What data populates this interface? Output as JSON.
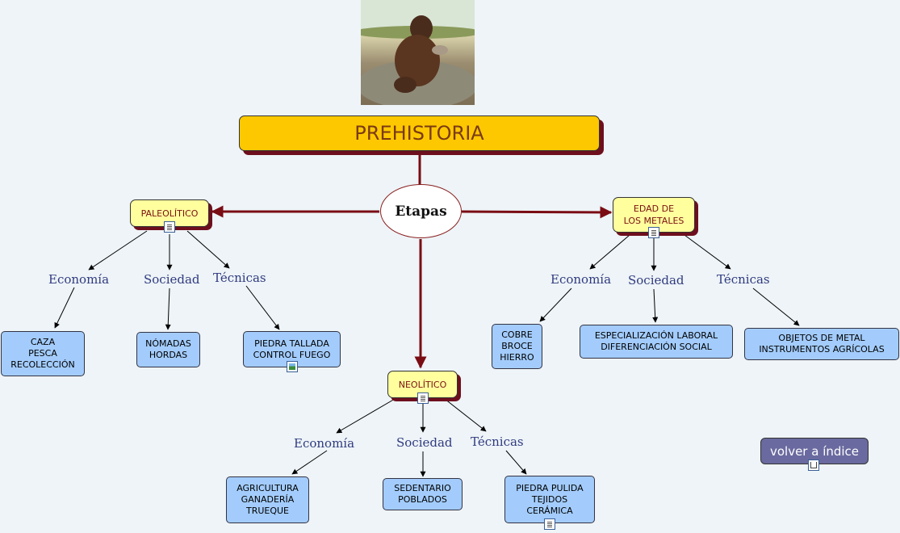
{
  "title": "PREHISTORIA",
  "center": "Etapas",
  "stages": {
    "paleolitico": {
      "label": "PALEOLÍTICO",
      "economia": "Economía",
      "sociedad": "Sociedad",
      "tecnicas": "Técnicas",
      "economia_items": "CAZA\nPESCA\nRECOLECCIÓN",
      "sociedad_items": "NÓMADAS\nHORDAS",
      "tecnicas_items": "PIEDRA TALLADA\nCONTROL FUEGO"
    },
    "neolitico": {
      "label": "NEOLÍTICO",
      "economia": "Economía",
      "sociedad": "Sociedad",
      "tecnicas": "Técnicas",
      "economia_items": "AGRICULTURA\nGANADERÍA\nTRUEQUE",
      "sociedad_items": "SEDENTARIO\nPOBLADOS",
      "tecnicas_items": "PIEDRA PULIDA\nTEJIDOS\nCERÁMICA"
    },
    "metales": {
      "label": "EDAD DE\nLOS METALES",
      "economia": "Economía",
      "sociedad": "Sociedad",
      "tecnicas": "Técnicas",
      "economia_items": "COBRE\nBROCE\nHIERRO",
      "sociedad_items": "ESPECIALIZACIÓN LABORAL\nDIFERENCIACIÓN SOCIAL",
      "tecnicas_items": "OBJETOS DE METAL\nINSTRUMENTOS AGRÍCOLAS"
    }
  },
  "volver": "volver a índice",
  "colors": {
    "title_fill": "#fdc800",
    "stage_fill": "#ffff9e",
    "leaf_fill": "#a3ccfc",
    "link_main": "#7a0c14",
    "shadow": "#6e0f1e"
  },
  "icons": {
    "document": "document-icon",
    "image": "image-icon",
    "concept_map": "concept-map-icon"
  }
}
